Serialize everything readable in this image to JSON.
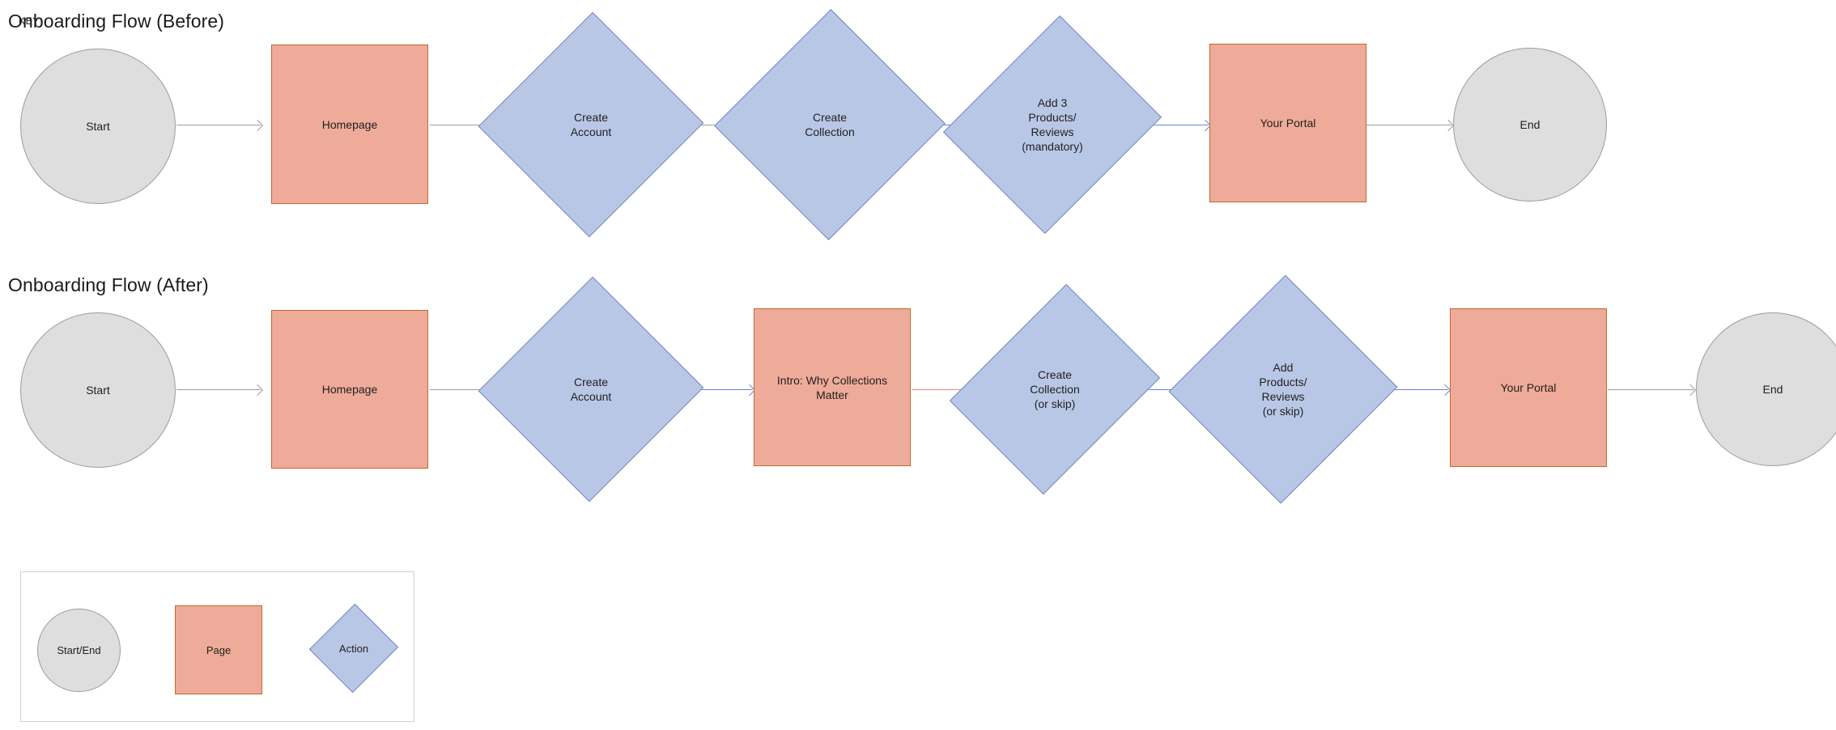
{
  "diagram": {
    "type": "flowchart",
    "sections": [
      {
        "id": "before",
        "title": "Onboarding Flow (Before)",
        "nodes": [
          {
            "id": "b-start",
            "label": "Start",
            "shape": "terminator"
          },
          {
            "id": "b-homepage",
            "label": "Homepage",
            "shape": "page"
          },
          {
            "id": "b-account",
            "label": "Create\nAccount",
            "shape": "action"
          },
          {
            "id": "b-coll",
            "label": "Create\nCollection",
            "shape": "action"
          },
          {
            "id": "b-add3",
            "label": "Add 3\nProducts/\nReviews\n(mandatory)",
            "shape": "action"
          },
          {
            "id": "b-portal",
            "label": "Your Portal",
            "shape": "page"
          },
          {
            "id": "b-end",
            "label": "End",
            "shape": "terminator"
          }
        ],
        "edges": [
          {
            "from": "b-start",
            "to": "b-homepage",
            "color": "gray"
          },
          {
            "from": "b-homepage",
            "to": "b-account",
            "color": "gray"
          },
          {
            "from": "b-account",
            "to": "b-coll",
            "color": "gray"
          },
          {
            "from": "b-coll",
            "to": "b-add3",
            "color": "blue"
          },
          {
            "from": "b-add3",
            "to": "b-portal",
            "color": "blue"
          },
          {
            "from": "b-portal",
            "to": "b-end",
            "color": "gray"
          }
        ]
      },
      {
        "id": "after",
        "title": "Onboarding Flow (After)",
        "nodes": [
          {
            "id": "a-start",
            "label": "Start",
            "shape": "terminator"
          },
          {
            "id": "a-homepage",
            "label": "Homepage",
            "shape": "page"
          },
          {
            "id": "a-account",
            "label": "Create\nAccount",
            "shape": "action"
          },
          {
            "id": "a-intro",
            "label": "Intro: Why Collections\nMatter",
            "shape": "page"
          },
          {
            "id": "a-coll",
            "label": "Create\nCollection\n(or skip)",
            "shape": "action"
          },
          {
            "id": "a-add",
            "label": "Add\nProducts/\nReviews\n(or skip)",
            "shape": "action"
          },
          {
            "id": "a-portal",
            "label": "Your Portal",
            "shape": "page"
          },
          {
            "id": "a-end",
            "label": "End",
            "shape": "terminator"
          }
        ],
        "edges": [
          {
            "from": "a-start",
            "to": "a-homepage",
            "color": "gray"
          },
          {
            "from": "a-homepage",
            "to": "a-account",
            "color": "gray"
          },
          {
            "from": "a-account",
            "to": "a-intro",
            "color": "blue"
          },
          {
            "from": "a-intro",
            "to": "a-coll",
            "color": "salmon"
          },
          {
            "from": "a-coll",
            "to": "a-add",
            "color": "blue"
          },
          {
            "from": "a-add",
            "to": "a-portal",
            "color": "blue"
          },
          {
            "from": "a-portal",
            "to": "a-end",
            "color": "gray"
          }
        ]
      }
    ],
    "key": {
      "title": "KEY",
      "items": [
        {
          "id": "start-end",
          "label": "Start/End",
          "shape": "terminator"
        },
        {
          "id": "page",
          "label": "Page",
          "shape": "page"
        },
        {
          "id": "action",
          "label": "Action",
          "shape": "action"
        }
      ]
    },
    "colors": {
      "terminator_fill": "#dedede",
      "terminator_stroke": "#9c9c9c",
      "page_fill": "#efab99",
      "page_stroke": "#c4672e",
      "action_fill": "#b9c7e6",
      "action_stroke": "#7286bd",
      "edge_gray": "#9e9e9e",
      "edge_blue": "#6b85d0",
      "edge_salmon": "#e08a7c",
      "background": "#ffffff"
    }
  }
}
